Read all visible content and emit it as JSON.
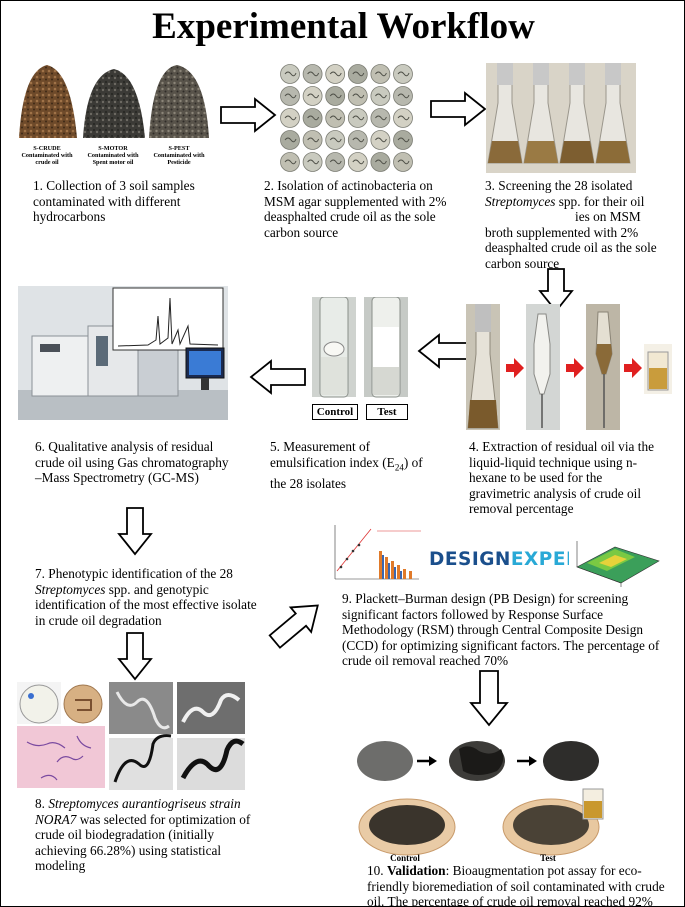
{
  "title": "Experimental Workflow",
  "soil_labels": [
    {
      "name": "S-CRUDE",
      "desc": "Contaminated with crude oil"
    },
    {
      "name": "S-MOTOR",
      "desc": "Contaminated with Spent motor oil"
    },
    {
      "name": "S-PEST",
      "desc": "Contaminated with Pesticide"
    }
  ],
  "emulsion_labels": {
    "control": "Control",
    "test": "Test"
  },
  "pot_labels": {
    "control": "Control",
    "test": "Test"
  },
  "design_expert": {
    "part1": "DESIGN",
    "part2": "EXPERT"
  },
  "steps": {
    "s1": "1. Collection of 3 soil samples contaminated with different hydrocarbons",
    "s2": "2. Isolation of actinobacteria on MSM agar supplemented with 2% deasphalted crude oil as the sole carbon source",
    "s3_a": "3. Screening the 28 isolated",
    "s3_italic": "Streptomyces",
    "s3_b": "spp. for their oil",
    "s3_c": "ies on MSM broth supplemented with 2% deasphalted crude oil as the sole carbon source",
    "s4": "4. Extraction of residual oil via the liquid-liquid technique using n-hexane to be used for the gravimetric analysis of crude oil removal percentage",
    "s5_a": "5. Measurement of emulsification index (E",
    "s5_sub": "24",
    "s5_b": ") of the 28 isolates",
    "s6": "6. Qualitative analysis of residual crude oil using Gas chromatography –Mass Spectrometry (GC-MS)",
    "s7_a": "7. Phenotypic identification of the 28",
    "s7_italic": "Streptomyces",
    "s7_b": "spp. and genotypic identification of the most effective isolate in crude oil degradation",
    "s8_num": "8.",
    "s8_italic": "Streptomyces aurantiogriseus strain NORA7",
    "s8_b": "was selected for optimization of crude oil biodegradation (initially achieving 66.28%) using statistical modeling",
    "s9": "9. Plackett–Burman design (PB Design) for screening significant factors followed by Response Surface Methodology (RSM) through Central Composite Design (CCD) for optimizing significant factors. The percentage of crude oil removal reached 70%",
    "s10_num": "10.",
    "s10_bold": "Validation",
    "s10_b": ": Bioaugmentation pot assay for eco-friendly bioremediation of soil contaminated with crude oil. The percentage of crude oil removal reached 92%"
  }
}
